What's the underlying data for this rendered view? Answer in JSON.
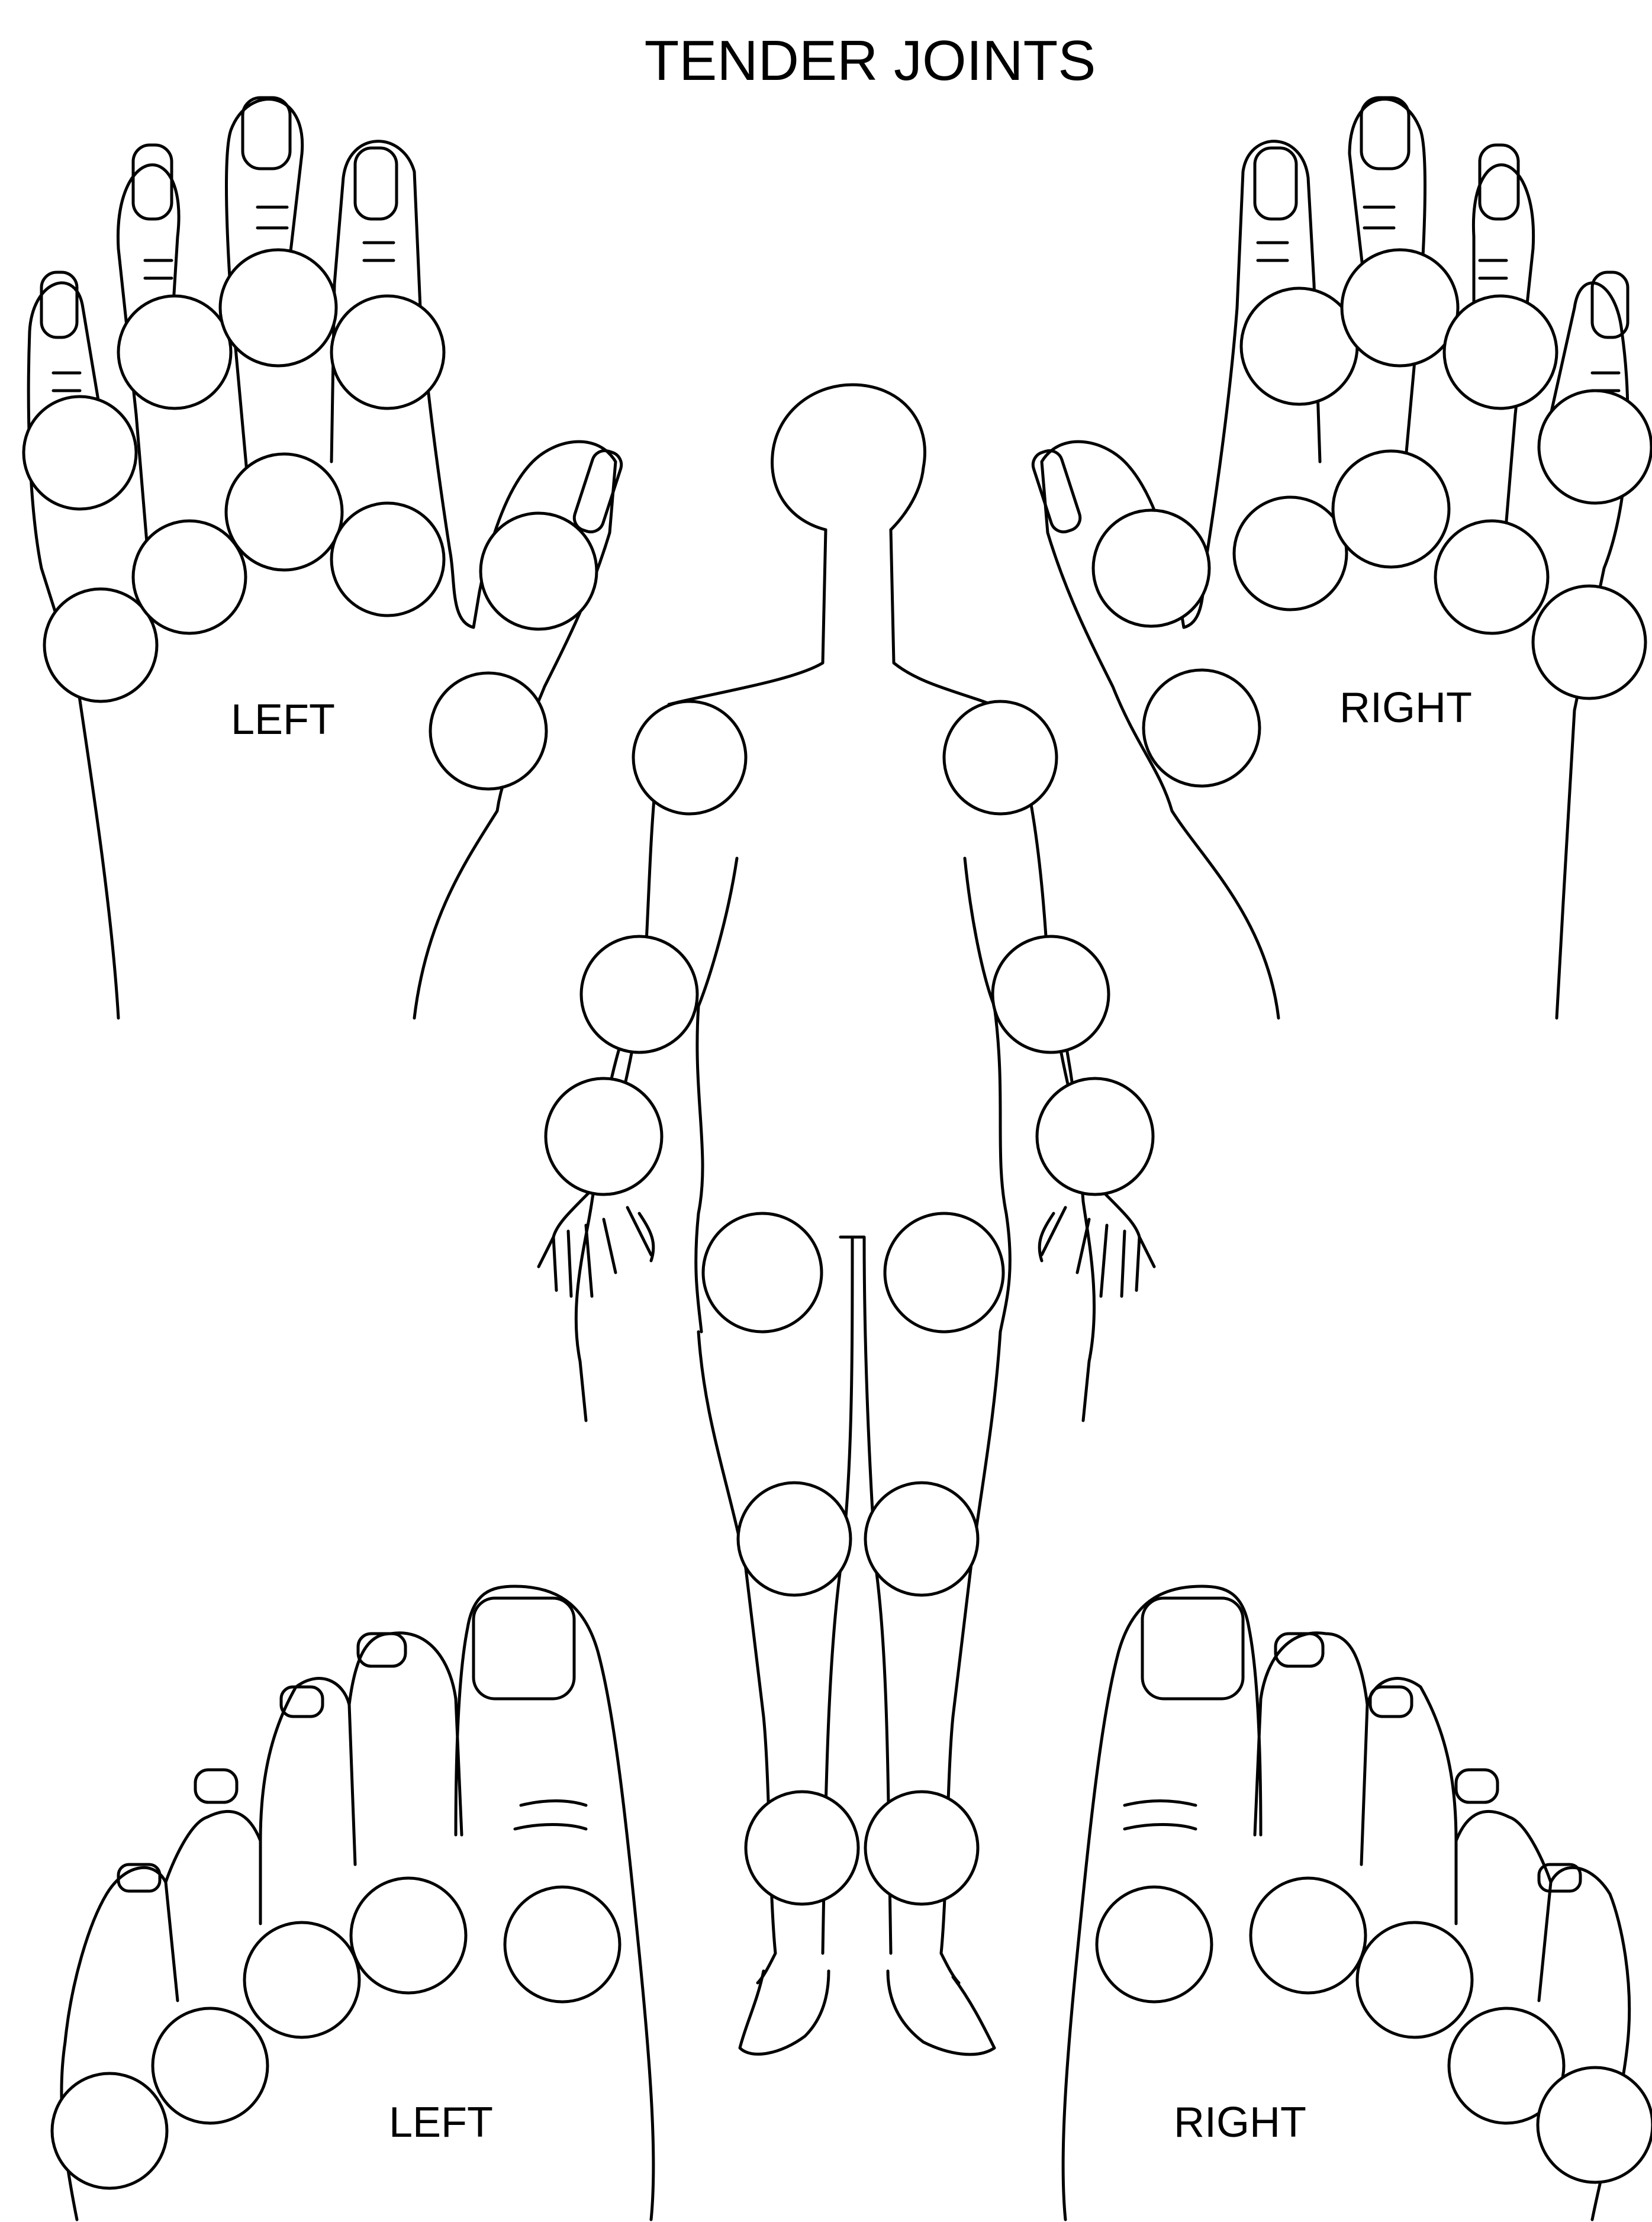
{
  "title": "TENDER JOINTS",
  "labels": {
    "hand_left": "LEFT",
    "hand_right": "RIGHT",
    "foot_left": "LEFT",
    "foot_right": "RIGHT"
  },
  "colors": {
    "line": "#000000",
    "joint_fill": "#ffffff",
    "background": "#ffffff"
  }
}
